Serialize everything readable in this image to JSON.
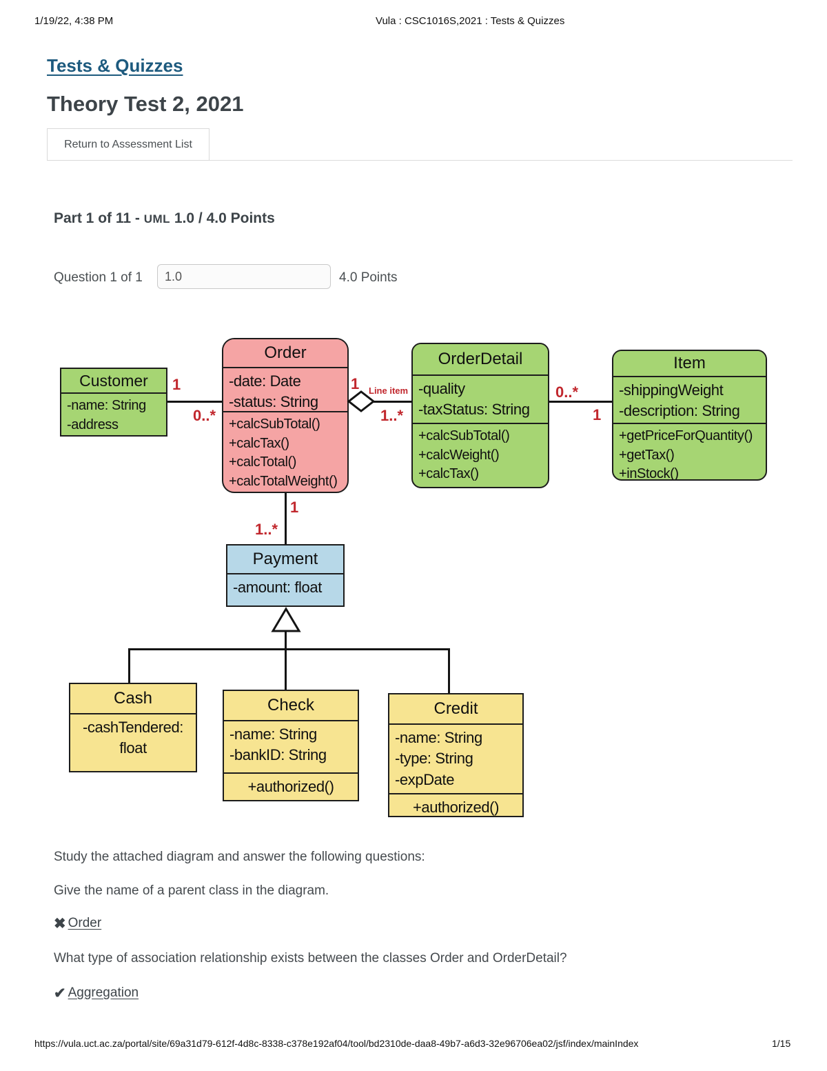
{
  "header": {
    "timestamp": "1/19/22, 4:38 PM",
    "doc_title": "Vula : CSC1016S,2021 : Tests & Quizzes"
  },
  "page": {
    "tool_link": "Tests & Quizzes",
    "assessment_title": "Theory Test 2, 2021",
    "return_button": "Return to Assessment List",
    "part_prefix": "Part 1 of 11 - ",
    "part_uml": "UML",
    "part_suffix": " 1.0 / 4.0 Points",
    "question_label": "Question 1 of 1",
    "score_value": "1.0",
    "points_label": "4.0 Points"
  },
  "diagram": {
    "classes": [
      {
        "name": "Customer",
        "color": "#a6d573",
        "attributes": [
          "-name: String",
          "-address"
        ],
        "methods": []
      },
      {
        "name": "Order",
        "color": "#f5a4a4",
        "attributes": [
          "-date: Date",
          "-status: String"
        ],
        "methods": [
          "+calcSubTotal()",
          "+calcTax()",
          "+calcTotal()",
          "+calcTotalWeight()"
        ]
      },
      {
        "name": "OrderDetail",
        "color": "#a6d573",
        "attributes": [
          "-quality",
          "-taxStatus: String"
        ],
        "methods": [
          "+calcSubTotal()",
          "+calcWeight()",
          "+calcTax()"
        ]
      },
      {
        "name": "Item",
        "color": "#a6d573",
        "attributes": [
          "-shippingWeight",
          "-description: String"
        ],
        "methods": [
          "+getPriceForQuantity()",
          "+getTax()",
          "+inStock()"
        ]
      },
      {
        "name": "Payment",
        "color": "#b7d8e8",
        "attributes": [
          "-amount: float"
        ],
        "methods": []
      },
      {
        "name": "Cash",
        "color": "#f7e491",
        "attributes": [
          "-cashTendered: float"
        ],
        "methods": []
      },
      {
        "name": "Check",
        "color": "#f7e491",
        "attributes": [
          "-name: String",
          "-bankID: String"
        ],
        "methods": [
          "+authorized()"
        ]
      },
      {
        "name": "Credit",
        "color": "#f7e491",
        "attributes": [
          "-name: String",
          "-type: String",
          "-expDate"
        ],
        "methods": [
          "+authorized()"
        ]
      }
    ],
    "relationships": {
      "customer_order": {
        "from_mult": "1",
        "to_mult": "0..*"
      },
      "order_orderdetail": {
        "from_mult": "1",
        "label": "Line item",
        "to_mult": "1..*",
        "type": "aggregation"
      },
      "orderdetail_item": {
        "from_mult": "0..*",
        "to_mult": "1"
      },
      "order_payment": {
        "from_mult": "1",
        "to_mult": "1..*"
      },
      "payment_children": {
        "type": "inheritance",
        "children": [
          "Cash",
          "Check",
          "Credit"
        ]
      }
    },
    "colors": {
      "class_green": "#a6d573",
      "class_pink": "#f5a4a4",
      "class_blue": "#b7d8e8",
      "class_yellow": "#f7e491",
      "multiplicity_red": "#c1272d",
      "link_blue": "#1d5a7e"
    }
  },
  "body_text": {
    "instruction": "Study the attached diagram and answer the following questions:",
    "question1": "Give the name of a parent class in the diagram.",
    "answer1": {
      "icon": "x-mark-icon",
      "text": "Order"
    },
    "question2": "What type of association relationship exists between the classes Order and OrderDetail?",
    "answer2": {
      "icon": "check-mark-icon",
      "text": "Aggregation"
    }
  },
  "footer": {
    "url": "https://vula.uct.ac.za/portal/site/69a31d79-612f-4d8c-8338-c378e192af04/tool/bd2310de-daa8-49b7-a6d3-32e96706ea02/jsf/index/mainIndex",
    "page_number": "1/15"
  }
}
